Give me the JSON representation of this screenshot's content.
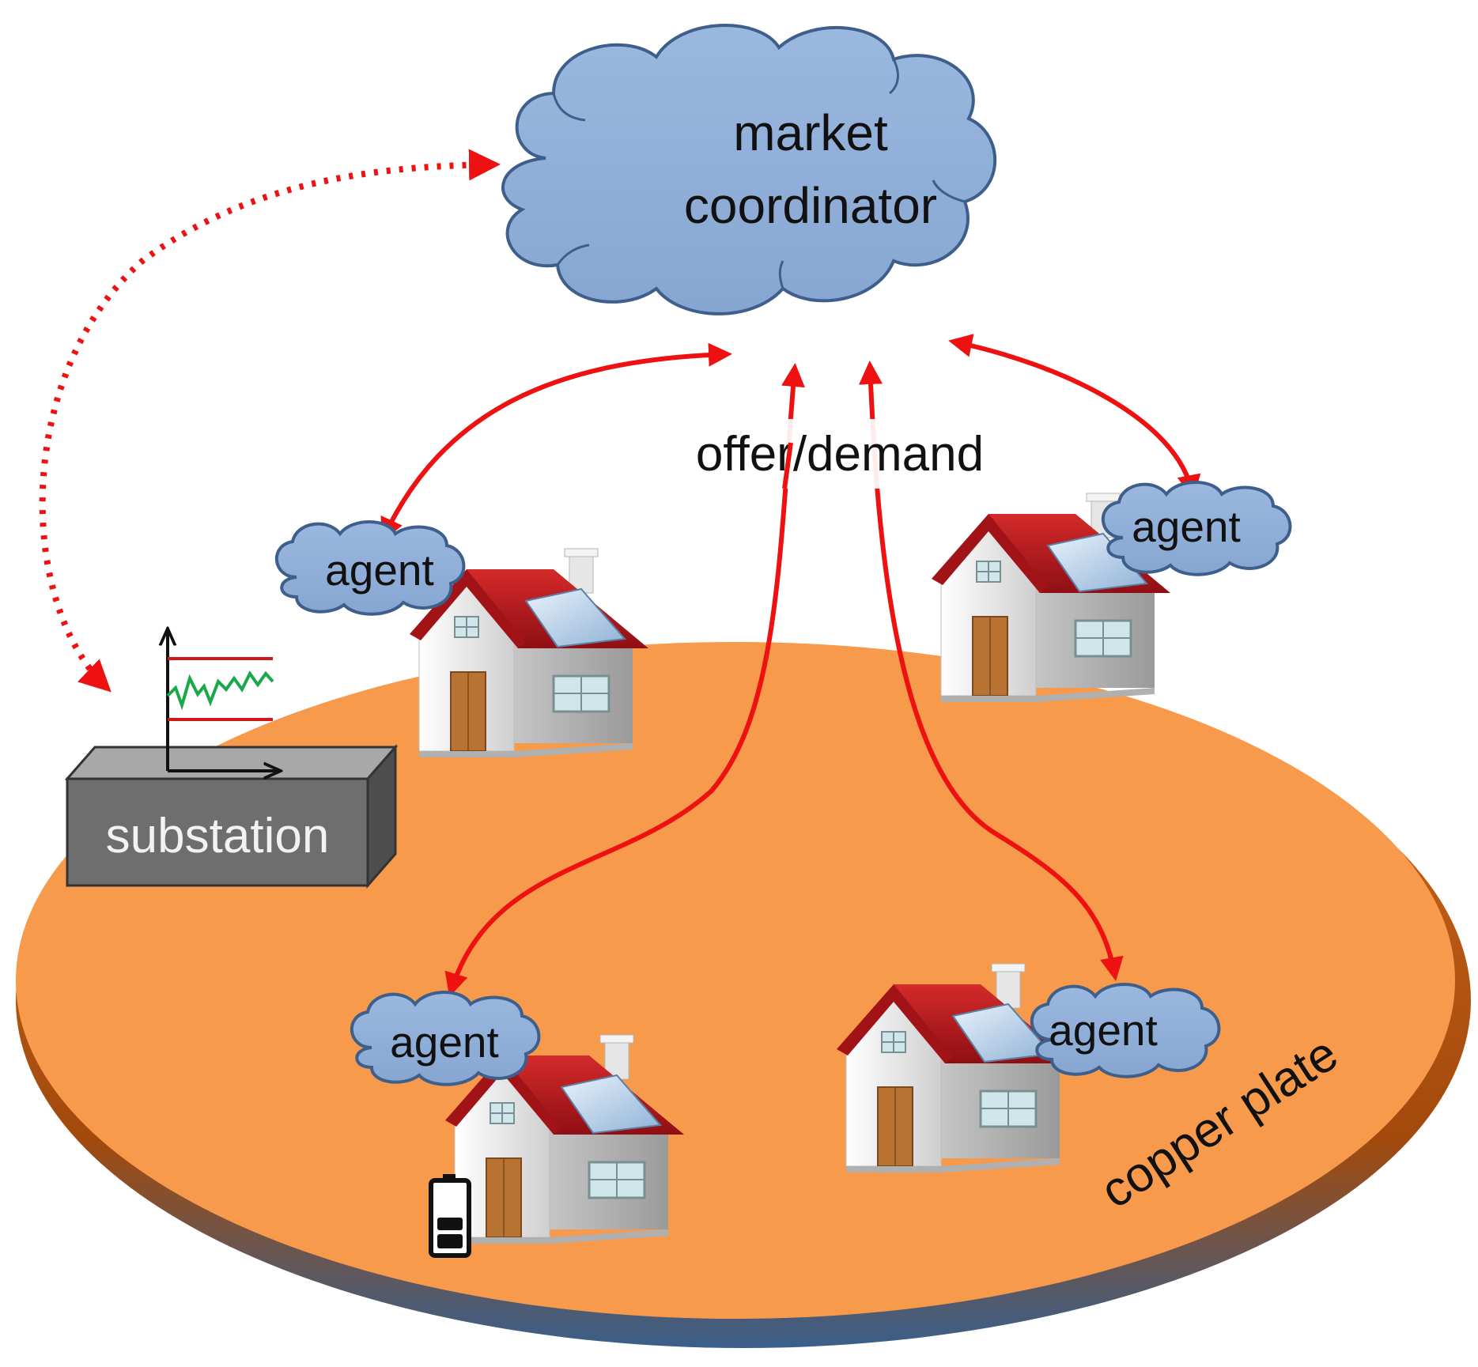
{
  "market": {
    "line1": "market",
    "line2": "coordinator"
  },
  "agents": [
    "agent",
    "agent",
    "agent",
    "agent"
  ],
  "flow_label": "offer/demand",
  "substation_label": "substation",
  "plate_label": "copper plate",
  "colors": {
    "cloud_fill": "#8fadd6",
    "cloud_stroke": "#3e5f8c",
    "plate_fill": "#f79a4c",
    "plate_edge": "#c25e16",
    "arrow": "#ee1111",
    "substation": "#6e6e6e",
    "roof": "#b3161c",
    "door": "#b87333"
  },
  "icons": [
    "cloud-icon",
    "house-icon",
    "solar-panel-icon",
    "battery-icon",
    "substation-box-icon",
    "chart-icon"
  ]
}
